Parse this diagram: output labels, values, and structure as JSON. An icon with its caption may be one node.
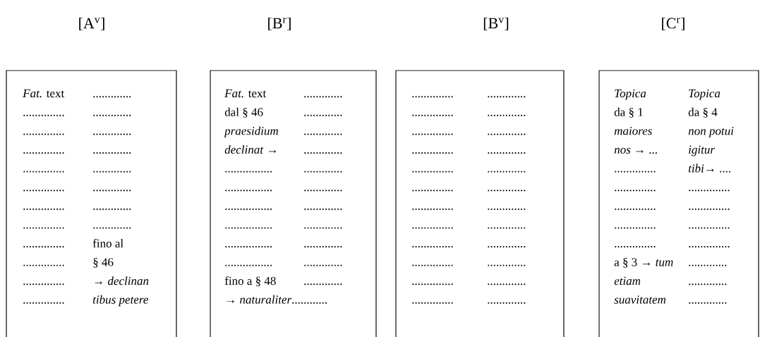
{
  "diagram": {
    "nodes": [
      {
        "text": [
          "[A$^{v}$]",
          "*Fat.* text",
          ".............",
          "..............",
          ".............",
          "..............",
          ".............",
          "..............",
          ".............",
          "..............",
          ".............",
          "..............",
          ".............",
          "..............",
          ".............",
          "..............",
          ".............",
          "..............",
          "fino al",
          "..............",
          "§ 46",
          "..............",
          "→ *declinan*",
          "..............",
          "*tibus petere*"
        ]
      },
      {
        "text": [
          "[B$^{r}$]",
          "*Fat.* text",
          ".............",
          "dal § 46",
          ".............",
          "*praesidium*",
          ".............",
          "*declinat* →",
          ".............",
          "................",
          ".............",
          "................",
          ".............",
          "................",
          ".............",
          "................",
          ".............",
          "................",
          ".............",
          "................",
          ".............",
          "fino a § 48",
          ".............",
          "→ *naturaliter*............"
        ]
      },
      {
        "text": [
          "[B$^{v}$]",
          "..............",
          ".............",
          "..............",
          ".............",
          "..............",
          ".............",
          "..............",
          ".............",
          "..............",
          ".............",
          "..............",
          ".............",
          "..............",
          ".............",
          "..............",
          ".............",
          "..............",
          ".............",
          "..............",
          ".............",
          "..............",
          ".............",
          "..............",
          "............."
        ]
      },
      {
        "text": [
          "[C$^{r}$]",
          "*Topica*",
          "*Topica*",
          "da § 1",
          "da  § 4",
          "*maiores*",
          "*non potui*",
          "*nos* → ...",
          "*igitur*",
          "..............",
          "*tibi*→ ....",
          "..............",
          "..............",
          "..............",
          "..............",
          "..............",
          "..............",
          "..............",
          "..............",
          "a § 3 → *tum*",
          ".............",
          "*etiam*",
          ".............",
          "*suavitatem*",
          "............."
        ]
      }
    ]
  }
}
